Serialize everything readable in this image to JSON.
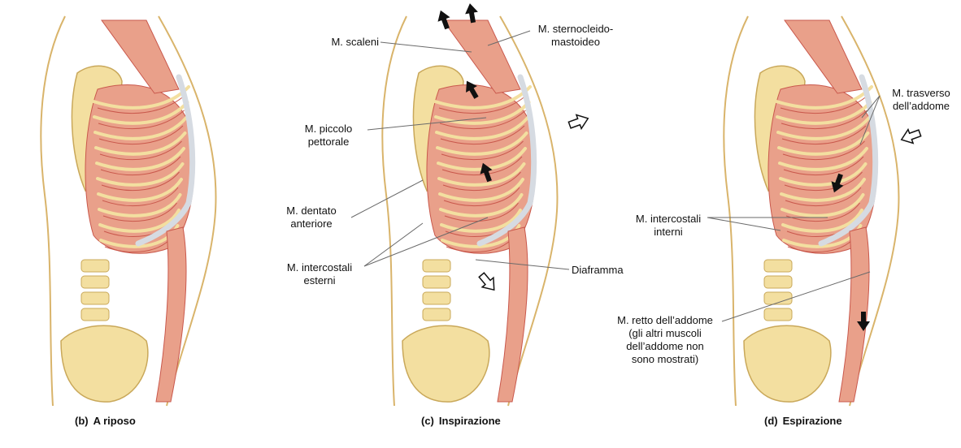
{
  "colors": {
    "bone": "#f3dfa0",
    "bone_outline": "#c9a85a",
    "muscle": "#e9a08a",
    "muscle_stripe": "#c9584c",
    "cartilage": "#d6dbe2",
    "skin_line": "#d9b46b",
    "leader_line": "#6a6a6a",
    "arrow_fill": "#111111"
  },
  "panels": [
    {
      "tag": "(b)",
      "title": "A riposo"
    },
    {
      "tag": "(c)",
      "title": "Inspirazione"
    },
    {
      "tag": "(d)",
      "title": "Espirazione"
    }
  ],
  "labels": {
    "scaleni": "M. scaleni",
    "sternocleido": "M. sternocleido-\nmastoideo",
    "piccolo_pettorale": "M. piccolo\npettorale",
    "dentato_anteriore": "M. dentato\nanteriore",
    "intercostali_esterni": "M. intercostali\nesterni",
    "diaframma": "Diaframma",
    "trasverso_addome": "M. trasverso\ndell’addome",
    "intercostali_interni": "M. intercostali\ninterni",
    "retto_addome": "M. retto dell’addome\n(gli altri muscoli\ndell’addome non\nsono mostrati)"
  },
  "icons": [
    "arrow-up-solid-icon",
    "arrow-outline-icon",
    "arrow-down-solid-icon"
  ]
}
